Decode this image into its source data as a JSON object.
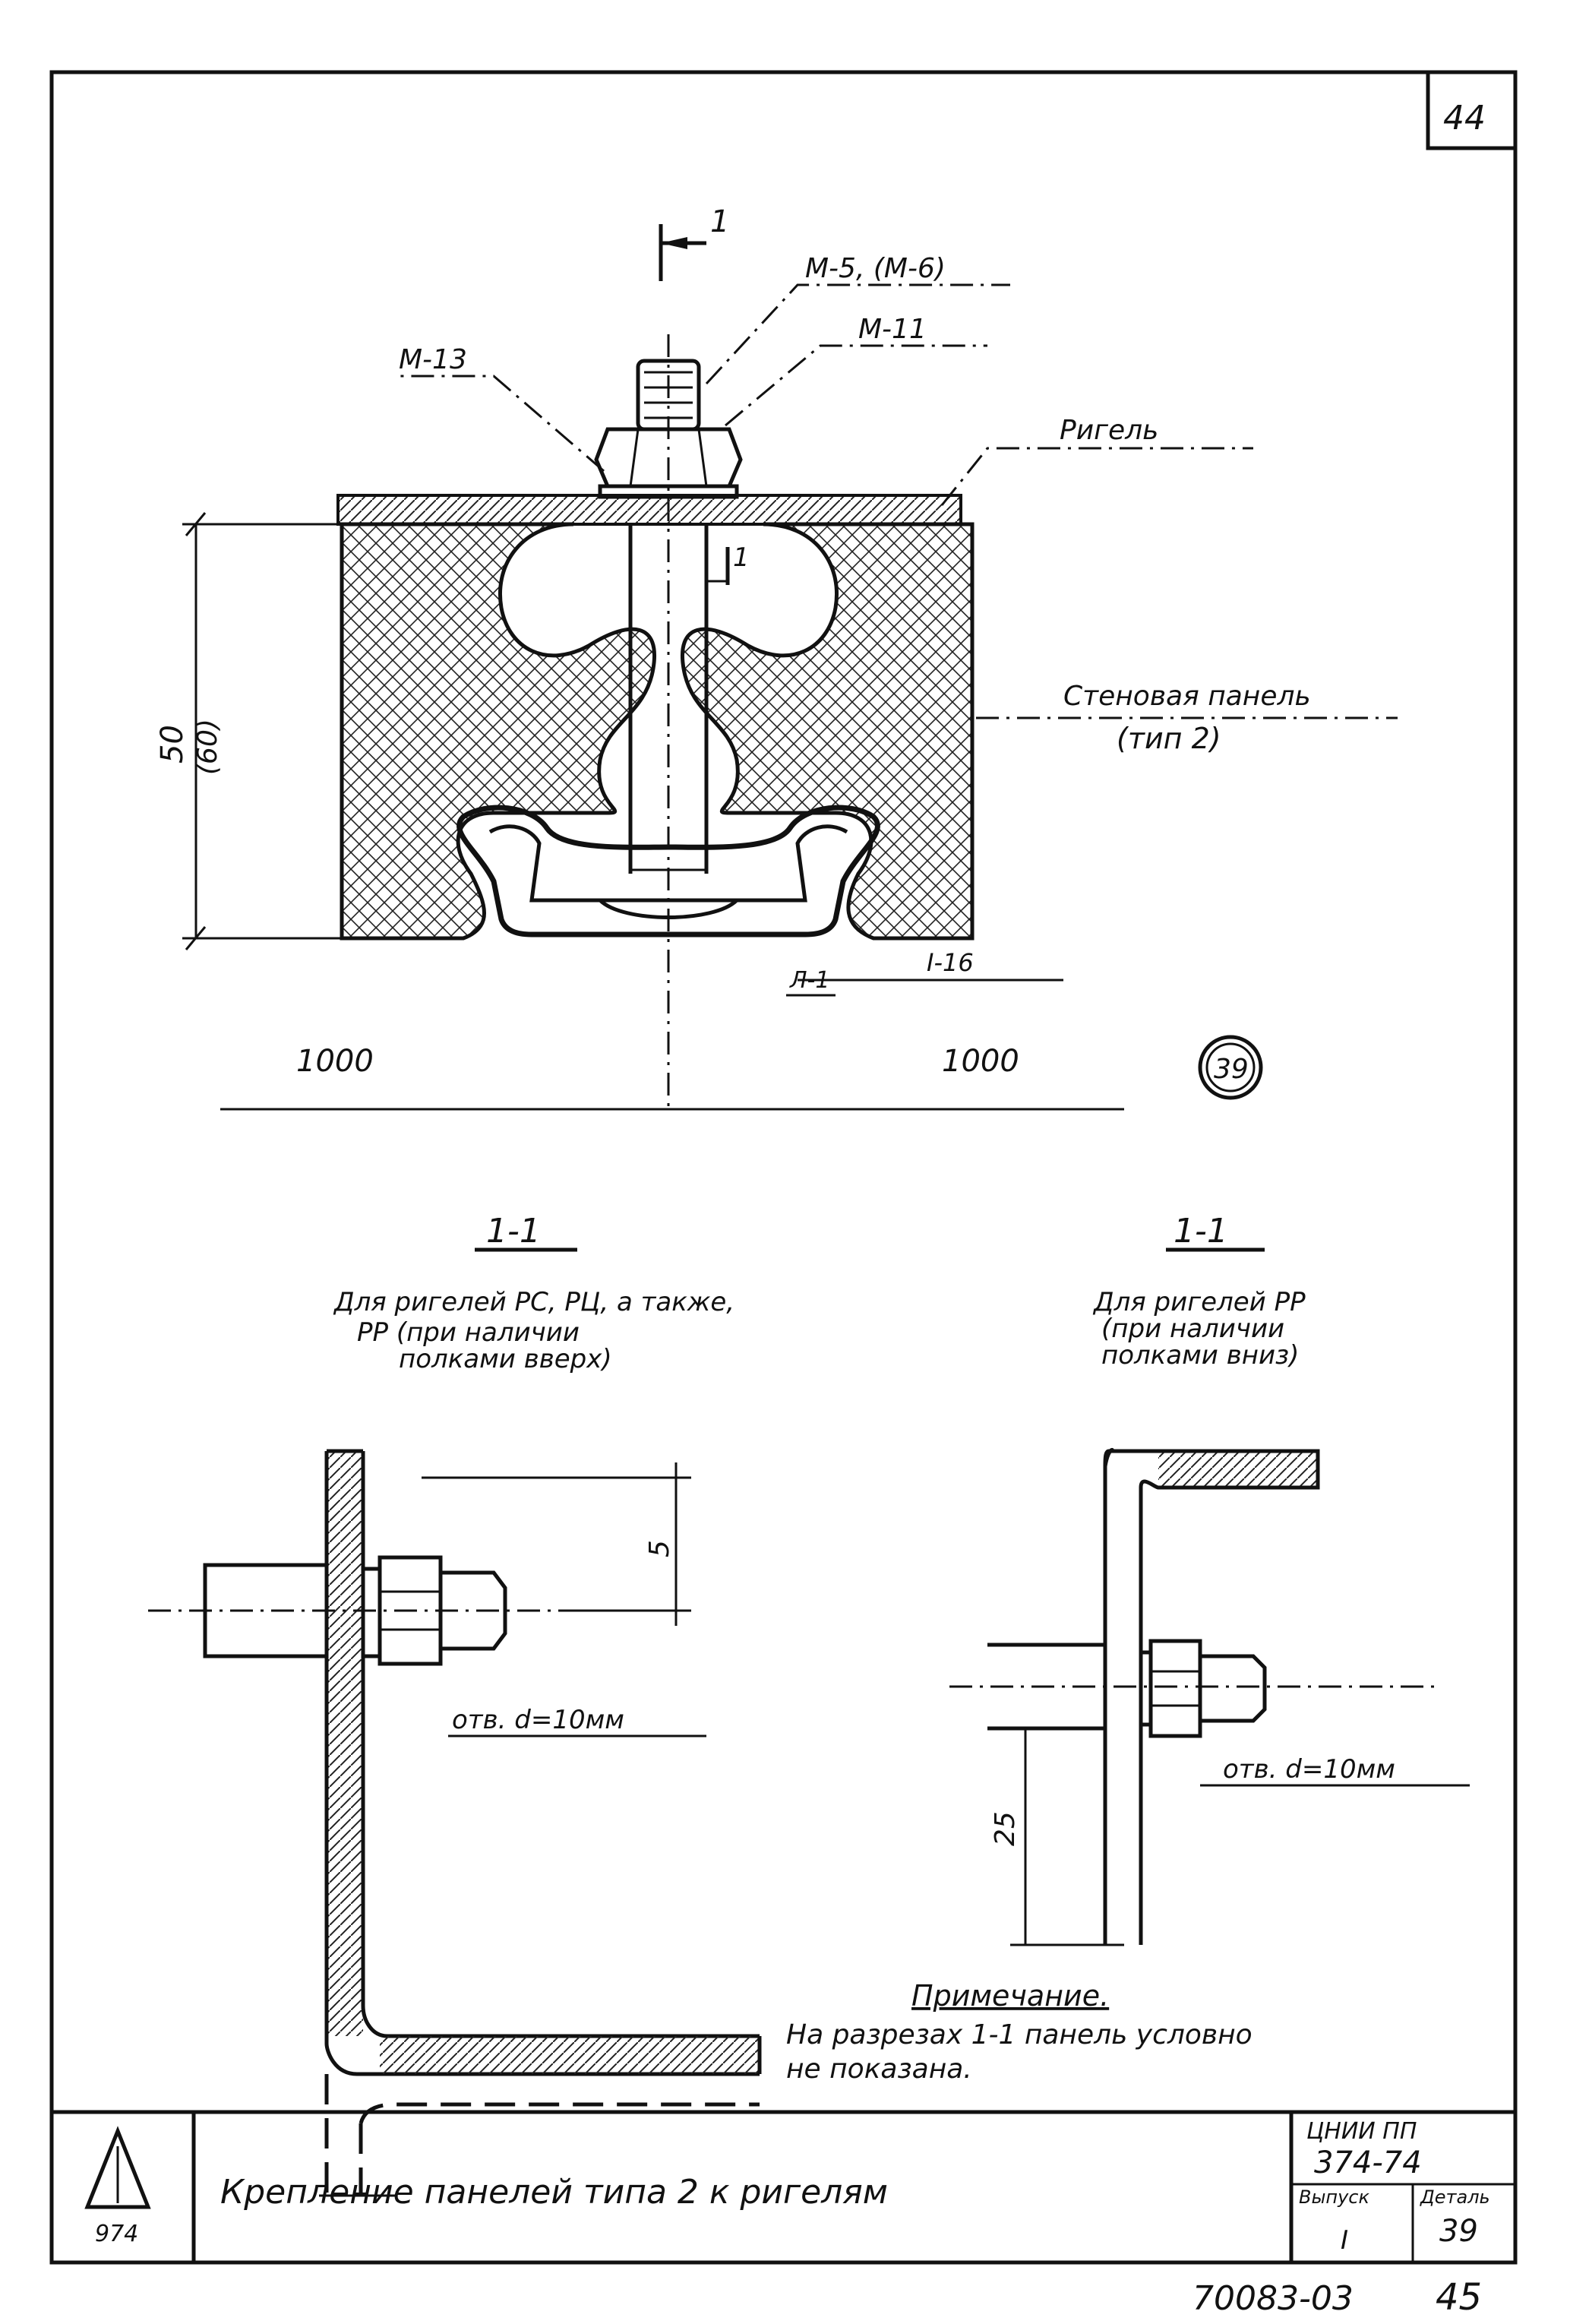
{
  "sheet": {
    "number": "44",
    "footer_number": "45",
    "footer_stamp": "70083-03"
  },
  "top_view": {
    "section_mark": "1",
    "section_mark_inner": "1",
    "callouts": {
      "m5": "М-5, (М-6)",
      "m11": "М-11",
      "m13": "М-13",
      "rigel": "Ригель",
      "panel": "Стеновая панель",
      "panel_type": "(тип 2)",
      "l1": "Л-1",
      "i16": "I-16"
    },
    "dimensions": {
      "height": "50",
      "height_alt": "(60)",
      "left_span": "1000",
      "right_span": "1000"
    },
    "node_number": "39"
  },
  "section_left": {
    "title": "1-1",
    "caption_line1": "Для ригелей РС, РЦ, а также,",
    "caption_line2": "РР (при наличии",
    "caption_line3": "полками вверх)",
    "dim": "5",
    "hole": "отв. d=10мм"
  },
  "section_right": {
    "title": "1-1",
    "caption_line1": "Для ригелей РР",
    "caption_line2": "(при наличии",
    "caption_line3": "полками вниз)",
    "dim": "25",
    "hole": "отв. d=10мм"
  },
  "note": {
    "title": "Примечание.",
    "line1": "На разрезах 1-1 панель условно",
    "line2": "не показана."
  },
  "title_block": {
    "left_code": "974",
    "title": "Крепление панелей типа 2 к ригелям",
    "series_line1": "ЦНИИ ПП",
    "series_line2": "374-74",
    "issue_label": "Выпуск",
    "sheet_label": "Деталь",
    "issue_value": "I",
    "sheet_value": "39"
  }
}
